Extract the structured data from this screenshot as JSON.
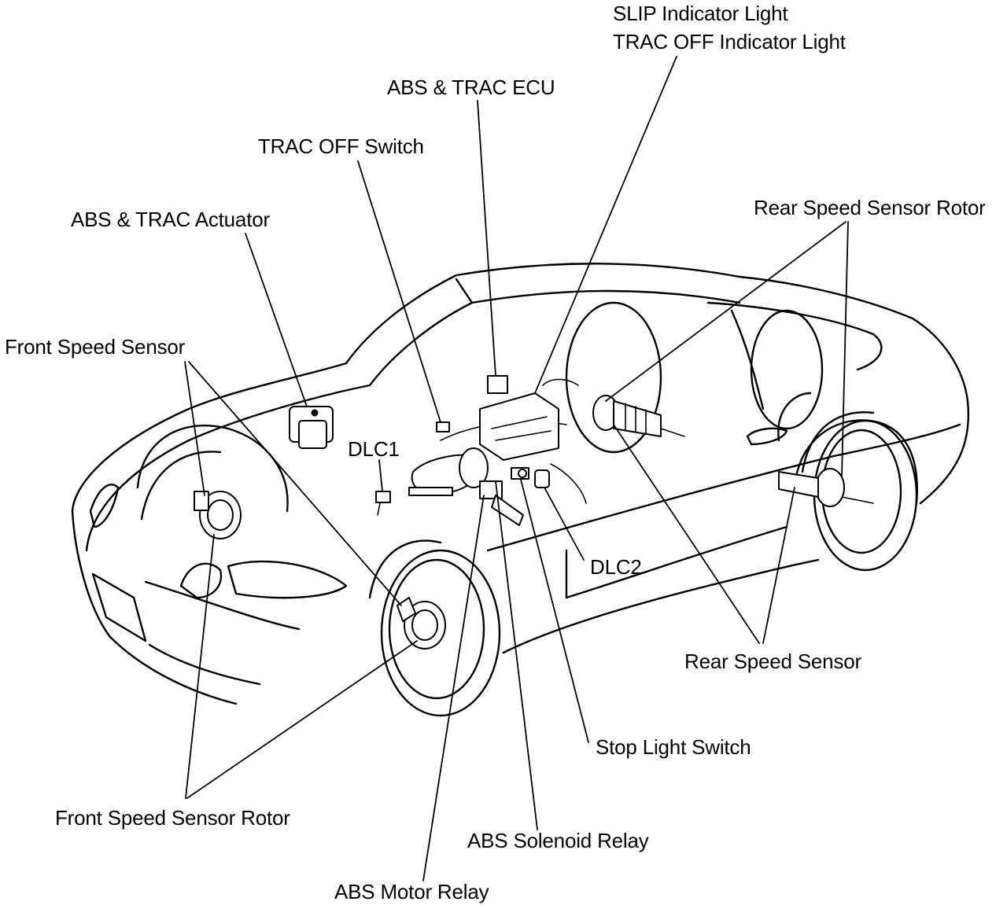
{
  "labels": {
    "slip_light": "SLIP Indicator Light",
    "trac_off_light": "TRAC OFF Indicator Light",
    "ecu": "ABS & TRAC ECU",
    "trac_off_switch": "TRAC OFF Switch",
    "actuator": "ABS & TRAC Actuator",
    "rear_rotor": "Rear Speed Sensor Rotor",
    "front_sensor": "Front Speed Sensor",
    "dlc1": "DLC1",
    "dlc2": "DLC2",
    "rear_sensor": "Rear Speed Sensor",
    "stop_light_switch": "Stop Light Switch",
    "front_rotor": "Front Speed Sensor Rotor",
    "solenoid_relay": "ABS Solenoid Relay",
    "motor_relay": "ABS Motor Relay"
  }
}
